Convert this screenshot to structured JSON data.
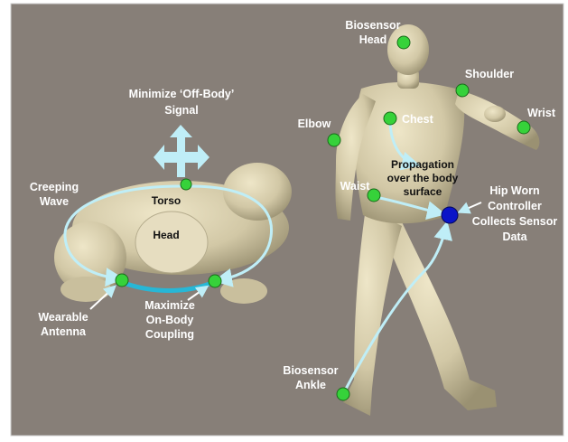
{
  "colors": {
    "background": "#877f78",
    "figure": "#d8cfb0",
    "figure_shade": "#a79e7f",
    "sensor": "#36d23a",
    "controller": "#0a14c8",
    "arrow": "#bfeef7"
  },
  "labels": {
    "minimize_line1": "Minimize ‘Off-Body’",
    "minimize_line2": "Signal",
    "creeping_line1": "Creeping",
    "creeping_line2": "Wave",
    "torso": "Torso",
    "head_top": "Head",
    "wearable_line1": "Wearable",
    "wearable_line2": "Antenna",
    "maximize_line1": "Maximize",
    "maximize_line2": "On-Body",
    "maximize_line3": "Coupling",
    "biosensor_head_line1": "Biosensor",
    "biosensor_head_line2": "Head",
    "shoulder": "Shoulder",
    "wrist": "Wrist",
    "elbow": "Elbow",
    "chest": "Chest",
    "propagation_line1": "Propagation",
    "propagation_line2": "over the body",
    "propagation_line3": "surface",
    "waist": "Waist",
    "hip_line1": "Hip Worn",
    "hip_line2": "Controller",
    "hip_line3": "Collects Sensor",
    "hip_line4": "Data",
    "biosensor_ankle_line1": "Biosensor",
    "biosensor_ankle_line2": "Ankle"
  }
}
